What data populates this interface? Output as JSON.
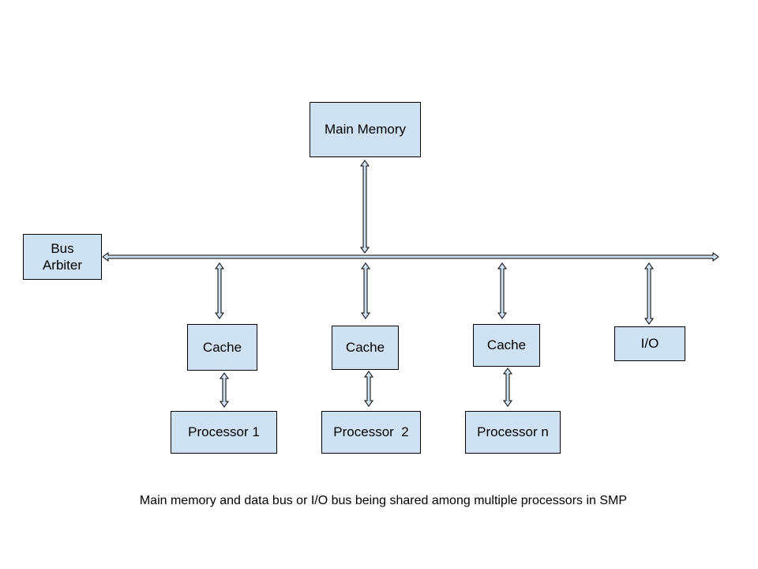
{
  "diagram": {
    "nodes": {
      "main_memory": "Main Memory",
      "bus_arbiter": "Bus\nArbiter",
      "cache_1": "Cache",
      "cache_2": "Cache",
      "cache_n": "Cache",
      "io": "I/O",
      "processor_1": "Processor 1",
      "processor_2": "Processor  2",
      "processor_n": "Processor n"
    },
    "caption": "Main memory and data bus or I/O bus being shared among multiple processors in SMP",
    "colors": {
      "box_fill": "#cfe2f3",
      "box_border": "#000000",
      "arrow_fill": "#cfe2f3"
    }
  }
}
